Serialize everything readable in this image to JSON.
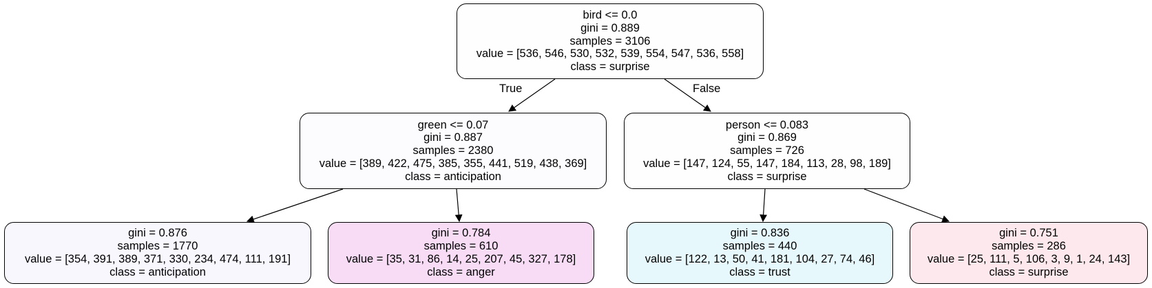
{
  "tree": {
    "root": {
      "condition": "bird <= 0.0",
      "gini": "gini = 0.889",
      "samples": "samples = 3106",
      "value": "value = [536, 546, 530, 532, 539, 554, 547, 536, 558]",
      "class": "class = surprise",
      "fill": "#fefefe"
    },
    "green_split": {
      "condition": "green <= 0.07",
      "gini": "gini = 0.887",
      "samples": "samples = 2380",
      "value": "value = [389, 422, 475, 385, 355, 441, 519, 438, 369]",
      "class": "class = anticipation",
      "fill": "#fcfcfe"
    },
    "person_split": {
      "condition": "person <= 0.083",
      "gini": "gini = 0.869",
      "samples": "samples = 726",
      "value": "value = [147, 124, 55, 147, 184, 113, 28, 98, 189]",
      "class": "class = surprise",
      "fill": "#fefefe"
    },
    "leaf_1": {
      "gini": "gini = 0.876",
      "samples": "samples = 1770",
      "value": "value = [354, 391, 389, 371, 330, 234, 474, 111, 191]",
      "class": "class = anticipation",
      "fill": "#f9f7fe"
    },
    "leaf_2": {
      "gini": "gini = 0.784",
      "samples": "samples = 610",
      "value": "value = [35, 31, 86, 14, 25, 207, 45, 327, 178]",
      "class": "class = anger",
      "fill": "#f8dcf6"
    },
    "leaf_3": {
      "gini": "gini = 0.836",
      "samples": "samples = 440",
      "value": "value = [122, 13, 50, 41, 181, 104, 27, 74, 46]",
      "class": "class = trust",
      "fill": "#e6f8fb"
    },
    "leaf_4": {
      "gini": "gini = 0.751",
      "samples": "samples = 286",
      "value": "value = [25, 111, 5, 106, 3, 9, 1, 24, 143]",
      "class": "class = surprise",
      "fill": "#fce8ed"
    }
  },
  "edge_labels": {
    "true": "True",
    "false": "False"
  }
}
